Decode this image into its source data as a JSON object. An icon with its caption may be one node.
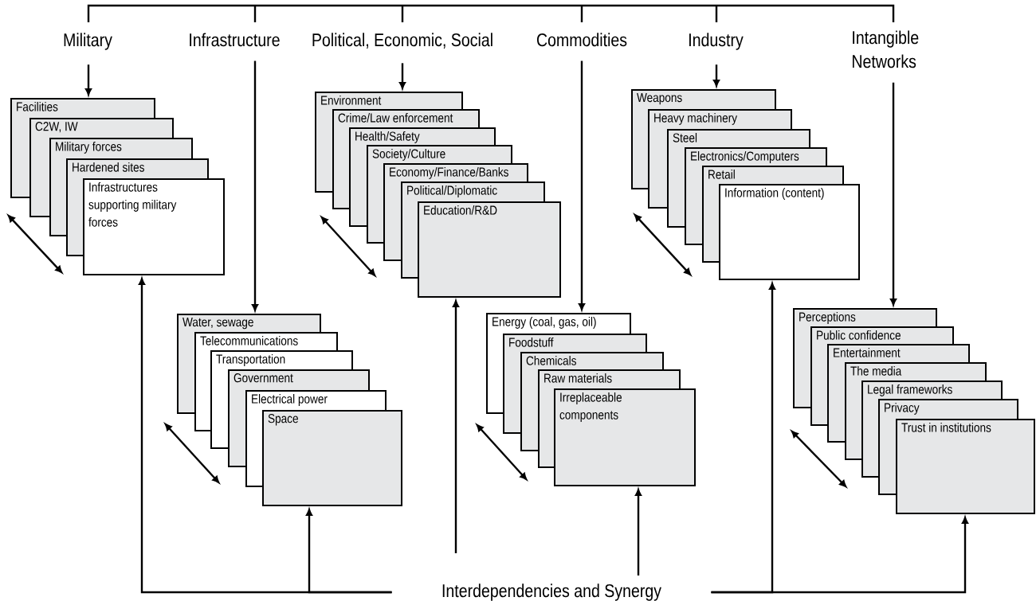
{
  "diagram": {
    "nodes": [
      {
        "text": [
          "Military"
        ]
      },
      {
        "text": [
          "Infrastructure"
        ]
      },
      {
        "text": [
          "Political, Economic, Social"
        ]
      },
      {
        "text": [
          "Commodities"
        ]
      },
      {
        "text": [
          "Industry"
        ]
      },
      {
        "text": [
          "Intangible Networks"
        ]
      },
      {
        "text": [
          "Facilities"
        ]
      },
      {
        "text": [
          "C2W, IW"
        ]
      },
      {
        "text": [
          "Military forces"
        ]
      },
      {
        "text": [
          "Hardened sites"
        ]
      },
      {
        "text": [
          "Infrastructures supporting military forces"
        ]
      },
      {
        "text": [
          "Environment"
        ]
      },
      {
        "text": [
          "Crime/Law enforcement"
        ]
      },
      {
        "text": [
          "Health/Safety"
        ]
      },
      {
        "text": [
          "Society/Culture"
        ]
      },
      {
        "text": [
          "Economy/Finance/Banks"
        ]
      },
      {
        "text": [
          "Political/Diplomatic"
        ]
      },
      {
        "text": [
          "Education/R&D"
        ]
      },
      {
        "text": [
          "Weapons"
        ]
      },
      {
        "text": [
          "Heavy machinery"
        ]
      },
      {
        "text": [
          "Steel"
        ]
      },
      {
        "text": [
          "Electronics/Computers"
        ]
      },
      {
        "text": [
          "Retail"
        ]
      },
      {
        "text": [
          "Information (content)"
        ]
      },
      {
        "text": [
          "Water, sewage"
        ]
      },
      {
        "text": [
          "Telecommunications"
        ]
      },
      {
        "text": [
          "Transportation"
        ]
      },
      {
        "text": [
          "Government"
        ]
      },
      {
        "text": [
          "Electrical power"
        ]
      },
      {
        "text": [
          "Space"
        ]
      },
      {
        "text": [
          "Energy (coal, gas, oil)"
        ]
      },
      {
        "text": [
          "Foodstuff"
        ]
      },
      {
        "text": [
          "Chemicals"
        ]
      },
      {
        "text": [
          "Raw materials"
        ]
      },
      {
        "text": [
          "Irreplaceable components"
        ]
      },
      {
        "text": [
          "Perceptions"
        ]
      },
      {
        "text": [
          "Public confidence"
        ]
      },
      {
        "text": [
          "Entertainment"
        ]
      },
      {
        "text": [
          "The media"
        ]
      },
      {
        "text": [
          "Legal frameworks"
        ]
      },
      {
        "text": [
          "Privacy"
        ]
      },
      {
        "text": [
          "Trust in institutions"
        ]
      },
      {
        "text": [
          "Interdependencies and Synergy"
        ]
      }
    ],
    "edges": [
      {
        "from": 0,
        "to": 6,
        "arrow": "to"
      },
      {
        "from": 1,
        "to": 24,
        "arrow": "to"
      },
      {
        "from": 2,
        "to": 11,
        "arrow": "to"
      },
      {
        "from": 3,
        "to": 30,
        "arrow": "to"
      },
      {
        "from": 4,
        "to": 18,
        "arrow": "to"
      },
      {
        "from": 5,
        "to": 35,
        "arrow": "to"
      },
      {
        "from": 42,
        "to": 10,
        "arrow": "to"
      },
      {
        "from": 42,
        "to": 29,
        "arrow": "to"
      },
      {
        "from": 42,
        "to": 17,
        "arrow": "to"
      },
      {
        "from": 42,
        "to": 34,
        "arrow": "to"
      },
      {
        "from": 42,
        "to": 23,
        "arrow": "to"
      },
      {
        "from": 42,
        "to": 41,
        "arrow": "to"
      }
    ]
  }
}
